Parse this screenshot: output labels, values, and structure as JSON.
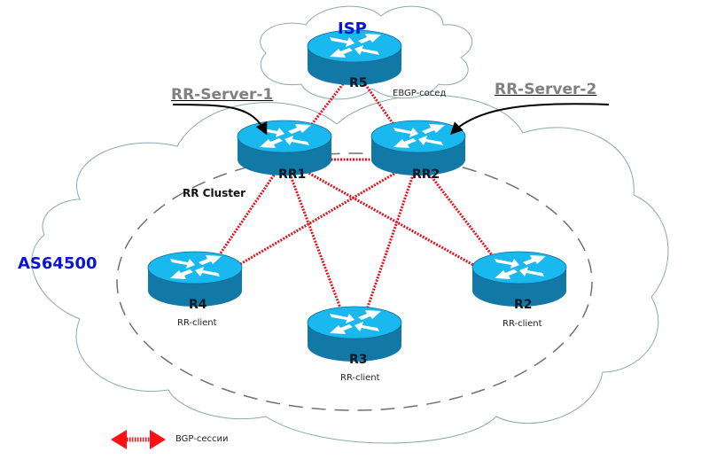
{
  "diagram": {
    "title": "BGP Route Reflector cluster topology",
    "colors": {
      "router_top": "#19b8ef",
      "router_side": "#1278a6",
      "bgp_session": "#e0141e",
      "as_label": "#0a14d6",
      "cloud_outline": "#8aa9b0",
      "cluster_outline": "#707070"
    },
    "clouds": [
      {
        "id": "isp",
        "label": "ISP"
      },
      {
        "id": "as",
        "label": "AS64500"
      }
    ],
    "cluster_label": "RR Cluster",
    "routers": [
      {
        "id": "R5",
        "label": "R5",
        "sublabel": "EBGP-сосед",
        "icon": "router-icon"
      },
      {
        "id": "RR1",
        "label": "RR1",
        "sublabel": "",
        "icon": "router-icon"
      },
      {
        "id": "RR2",
        "label": "RR2",
        "sublabel": "",
        "icon": "router-icon"
      },
      {
        "id": "R4",
        "label": "R4",
        "sublabel": "RR-client",
        "icon": "router-icon"
      },
      {
        "id": "R3",
        "label": "R3",
        "sublabel": "RR-client",
        "icon": "router-icon"
      },
      {
        "id": "R2",
        "label": "R2",
        "sublabel": "RR-client",
        "icon": "router-icon"
      }
    ],
    "callouts": [
      {
        "label": "RR-Server-1",
        "target": "RR1"
      },
      {
        "label": "RR-Server-2",
        "target": "RR2"
      }
    ],
    "links": [
      [
        "R5",
        "RR1"
      ],
      [
        "R5",
        "RR2"
      ],
      [
        "RR1",
        "RR2"
      ],
      [
        "RR1",
        "R4"
      ],
      [
        "RR1",
        "R3"
      ],
      [
        "RR1",
        "R2"
      ],
      [
        "RR2",
        "R4"
      ],
      [
        "RR2",
        "R3"
      ],
      [
        "RR2",
        "R2"
      ]
    ],
    "legend": {
      "icon": "double-arrow-icon",
      "label": "BGP-сессии"
    }
  }
}
